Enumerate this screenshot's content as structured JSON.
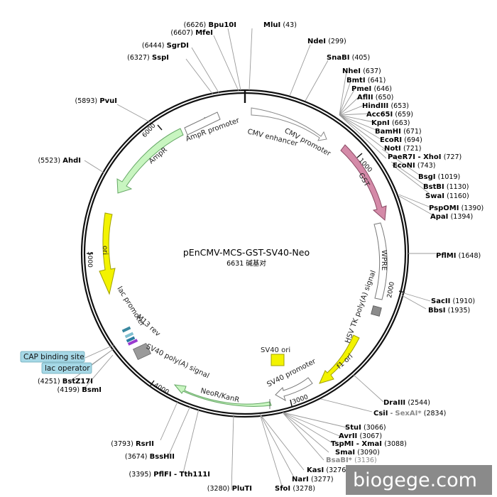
{
  "plasmid": {
    "name": "pEnCMV-MCS-GST-SV40-Neo",
    "size_label": "6631 碱基对"
  },
  "watermark": "biogege.com",
  "ticks": {
    "t1000": "1000",
    "t2000": "2000",
    "t3000": "3000",
    "t4000": "4000",
    "t5000": "5000",
    "t6000": "6000"
  },
  "features": {
    "cmv_enhancer": "CMV enhancer",
    "cmv_promoter": "CMV promoter",
    "gst": "GST",
    "wpre": "WPRE",
    "hsv_tk": "HSV TK poly(A) signal",
    "f1_ori": "f1 ori",
    "sv40_promoter": "SV40 promoter",
    "sv40_ori": "SV40 ori",
    "neo": "NeoR/KanR",
    "sv40_polya": "SV40 poly(A) signal",
    "m13_rev": "M13 rev",
    "lac_promoter": "lac promoter",
    "ori": "ori",
    "ampr": "AmpR",
    "ampr_promoter": "AmpR promoter"
  },
  "boxes": {
    "cap": "CAP binding site",
    "lac_op": "lac operator"
  },
  "sites_left": [
    {
      "enzyme": "Bpu10I",
      "pos": "(6626)"
    },
    {
      "enzyme": "MfeI",
      "pos": "(6607)"
    },
    {
      "enzyme": "SgrDI",
      "pos": "(6444)"
    },
    {
      "enzyme": "SspI",
      "pos": "(6327)"
    },
    {
      "enzyme": "PvuI",
      "pos": "(5893)"
    },
    {
      "enzyme": "AhdI",
      "pos": "(5523)"
    },
    {
      "enzyme": "BstZ17I",
      "pos": "(4251)"
    },
    {
      "enzyme": "BsmI",
      "pos": "(4199)"
    },
    {
      "enzyme": "RsrII",
      "pos": "(3793)"
    },
    {
      "enzyme": "BssHII",
      "pos": "(3674)"
    },
    {
      "enzyme": "PflFI - Tth111I",
      "pos": "(3395)"
    },
    {
      "enzyme": "PluTI",
      "pos": "(3280)"
    }
  ],
  "sites_right": [
    {
      "enzyme": "MluI",
      "pos": "(43)"
    },
    {
      "enzyme": "NdeI",
      "pos": "(299)"
    },
    {
      "enzyme": "SnaBI",
      "pos": "(405)"
    },
    {
      "enzyme": "NheI",
      "pos": "(637)"
    },
    {
      "enzyme": "BmtI",
      "pos": "(641)"
    },
    {
      "enzyme": "PmeI",
      "pos": "(646)"
    },
    {
      "enzyme": "AflII",
      "pos": "(650)"
    },
    {
      "enzyme": "HindIII",
      "pos": "(653)"
    },
    {
      "enzyme": "Acc65I",
      "pos": "(659)"
    },
    {
      "enzyme": "KpnI",
      "pos": "(663)"
    },
    {
      "enzyme": "BamHI",
      "pos": "(671)"
    },
    {
      "enzyme": "EcoRI",
      "pos": "(694)"
    },
    {
      "enzyme": "NotI",
      "pos": "(721)"
    },
    {
      "enzyme": "PaeR7I - XhoI",
      "pos": "(727)"
    },
    {
      "enzyme": "EcoNI",
      "pos": "(743)"
    },
    {
      "enzyme": "BsgI",
      "pos": "(1019)"
    },
    {
      "enzyme": "BstBI",
      "pos": "(1130)"
    },
    {
      "enzyme": "SwaI",
      "pos": "(1160)"
    },
    {
      "enzyme": "PspOMI",
      "pos": "(1390)"
    },
    {
      "enzyme": "ApaI",
      "pos": "(1394)"
    },
    {
      "enzyme": "PflMI",
      "pos": "(1648)"
    },
    {
      "enzyme": "SacII",
      "pos": "(1910)"
    },
    {
      "enzyme": "BbsI",
      "pos": "(1935)"
    },
    {
      "enzyme": "DraIII",
      "pos": "(2544)"
    },
    {
      "enzyme": "CsiI",
      "pos": "(2834)"
    },
    {
      "enzyme": "StuI",
      "pos": "(3066)"
    },
    {
      "enzyme": "AvrII",
      "pos": "(3067)"
    },
    {
      "enzyme": "TspMI - XmaI",
      "pos": "(3088)"
    },
    {
      "enzyme": "SmaI",
      "pos": "(3090)"
    },
    {
      "enzyme": "KasI",
      "pos": "(3276)"
    },
    {
      "enzyme": "NarI",
      "pos": "(3277)"
    },
    {
      "enzyme": "SfoI",
      "pos": "(3278)"
    }
  ],
  "sites_gray": [
    {
      "enzyme": "SexAI*",
      "pos": ""
    },
    {
      "enzyme": "BsaBI*",
      "pos": "(3136)"
    }
  ]
}
